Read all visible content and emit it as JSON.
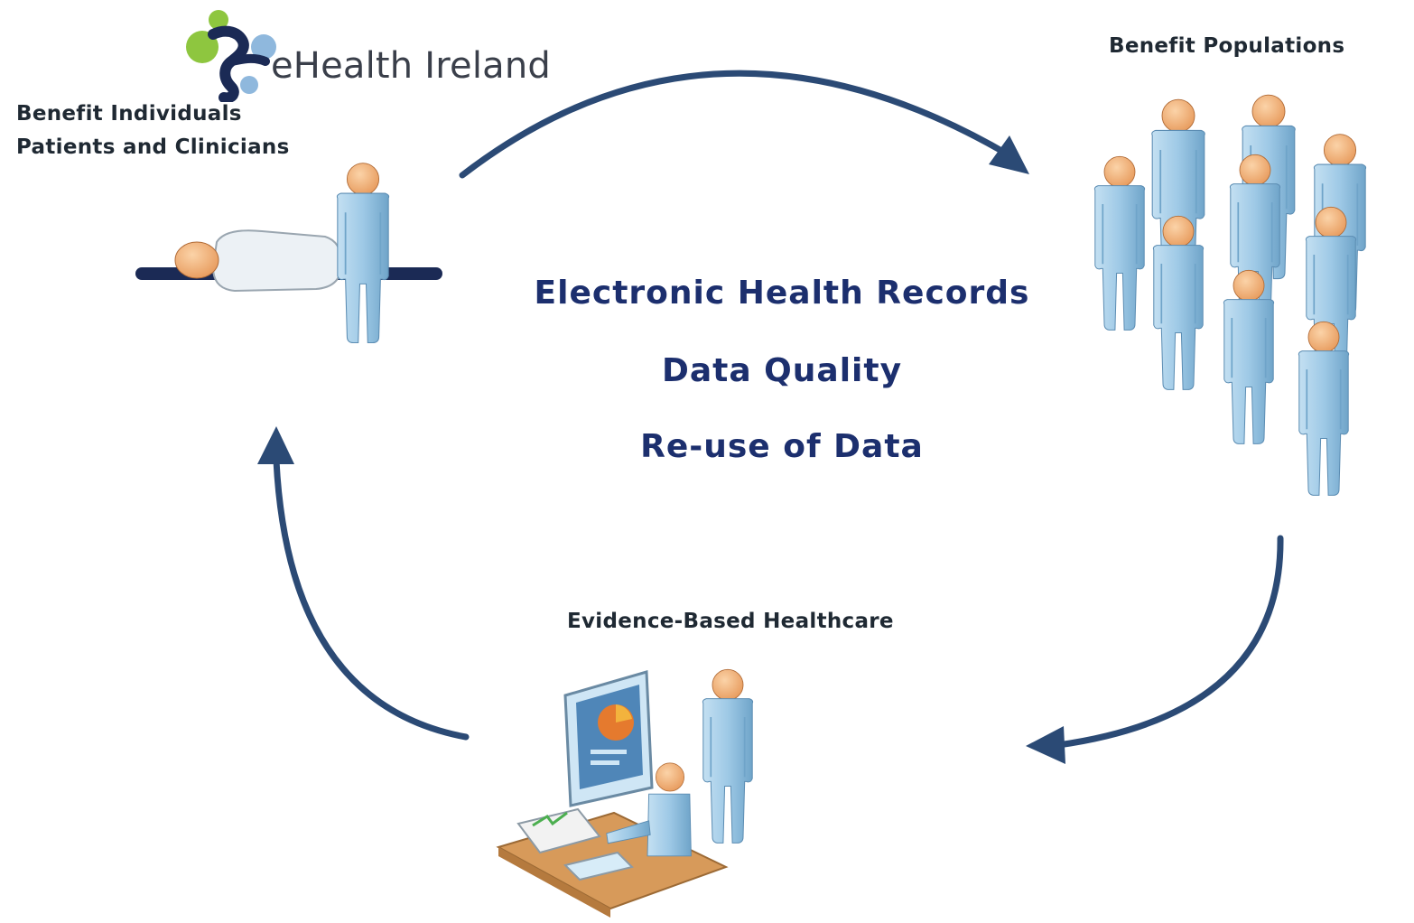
{
  "logo": {
    "text": "eHealth Ireland"
  },
  "labels": {
    "individuals_line1": "Benefit Individuals",
    "individuals_line2": "Patients and Clinicians",
    "populations": "Benefit Populations",
    "evidence": "Evidence-Based Healthcare"
  },
  "center": {
    "line1": "Electronic Health Records",
    "line2": "Data Quality",
    "line3": "Re-use of Data"
  },
  "colors": {
    "arrow": "#2b4a75",
    "text_dark": "#1f2933",
    "text_blue": "#1c2f6e",
    "figure_body": "#9ec9e6",
    "figure_head": "#f2b27a",
    "logo_green": "#8ec63f",
    "logo_blue": "#8fb8dd",
    "logo_navy": "#1b2a55"
  }
}
